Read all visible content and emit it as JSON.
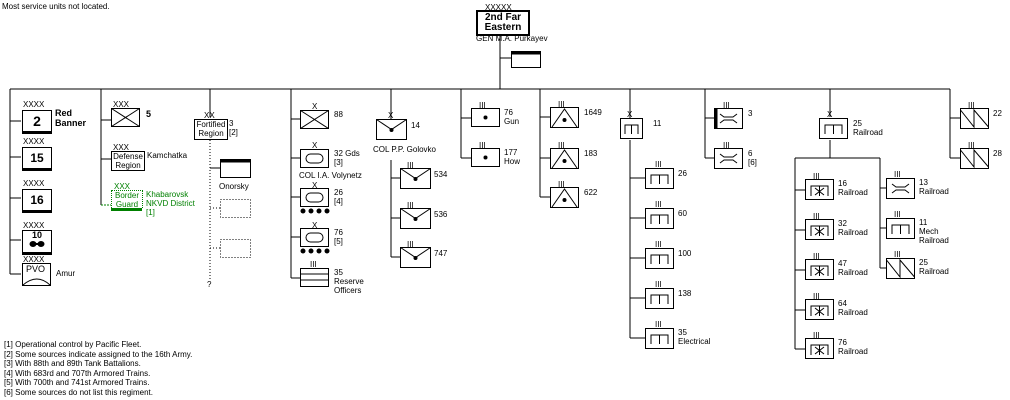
{
  "header_note": "Most service units not located.",
  "top": {
    "echelon": "XXXXX",
    "title_line1": "2nd Far",
    "title_line2": "Eastern",
    "commander": "GEN M.A. Purkayev"
  },
  "armies": {
    "echelon": "XXXX",
    "red_banner_num": "2",
    "red_banner_line1": "Red",
    "red_banner_line2": "Banner",
    "army15": "15",
    "army16": "16",
    "army10": "10",
    "pvo": "PVO",
    "amur": "Amur"
  },
  "col_corps": {
    "corps5_echelon": "XXX",
    "corps5": "5",
    "kam_echelon": "XXX",
    "kam_line1": "Defense",
    "kam_line2": "Region",
    "kam_label": "Kamchatka",
    "border_echelon": "XXX",
    "border_line1": "Border",
    "border_line2": "Guard",
    "border_l1": "Khabarovsk",
    "border_l2": "NKVD District",
    "border_l3": "[1]"
  },
  "col_fort": {
    "echelon": "XX",
    "line1": "Fortified",
    "line2": "Region",
    "num": "3",
    "note": "[2]",
    "onorsky": "Onorsky",
    "q": "?"
  },
  "col_div": {
    "d88_ech": "X",
    "d88": "88",
    "gds_ech": "X",
    "gds_l1": "32 Gds",
    "gds_l2": "[3]",
    "gds_cmdr": "COL I.A. Volynetz",
    "t26_ech": "X",
    "t26_l1": "26",
    "t26_l2": "[4]",
    "t76_ech": "X",
    "t76_l1": "76",
    "t76_l2": "[5]",
    "r35_ech": "III",
    "r35_l1": "35",
    "r35_l2": "Reserve",
    "r35_l3": "Officers"
  },
  "col_at": {
    "ech": "X",
    "num": "14",
    "cmdr": "COL P.P. Golovko",
    "sub_ech": "III",
    "r534": "534",
    "r536": "536",
    "r747": "747"
  },
  "col_art": {
    "ech": "III",
    "g76_l1": "76",
    "g76_l2": "Gun",
    "h177_l1": "177",
    "h177_l2": "How"
  },
  "col_aa": {
    "ech": "III",
    "a1649": "1649",
    "a183": "183",
    "a622": "622"
  },
  "col_eng": {
    "ech": "X",
    "num": "11",
    "sub_ech": "III",
    "e26": "26",
    "e60": "60",
    "e100": "100",
    "e138": "138",
    "e35_l1": "35",
    "e35_l2": "Electrical"
  },
  "col_bridge": {
    "ech": "III",
    "b3": "3",
    "b6_l1": "6",
    "b6_l2": "[6]"
  },
  "col_rail": {
    "ech": "X",
    "num": "25",
    "label": "Railroad",
    "sub_ech": "III",
    "r16": "16",
    "r32": "32",
    "r47": "47",
    "r64": "64",
    "r76": "76",
    "railroad": "Railroad",
    "b13_l1": "13",
    "m11_l1": "11",
    "m11_l2": "Mech",
    "s25_l1": "25"
  },
  "col_signal": {
    "ech": "III",
    "s22": "22",
    "s28": "28"
  },
  "footnotes": [
    "[1] Operational control by Pacific Fleet.",
    "[2] Some sources indicate assigned to the 16th Army.",
    "[3] With 88th and 89th Tank Battalions.",
    "[4] With 683rd and 707th Armored Trains.",
    "[5] With 700th and 741st Armored Trains.",
    "[6] Some sources do not list this regiment."
  ]
}
